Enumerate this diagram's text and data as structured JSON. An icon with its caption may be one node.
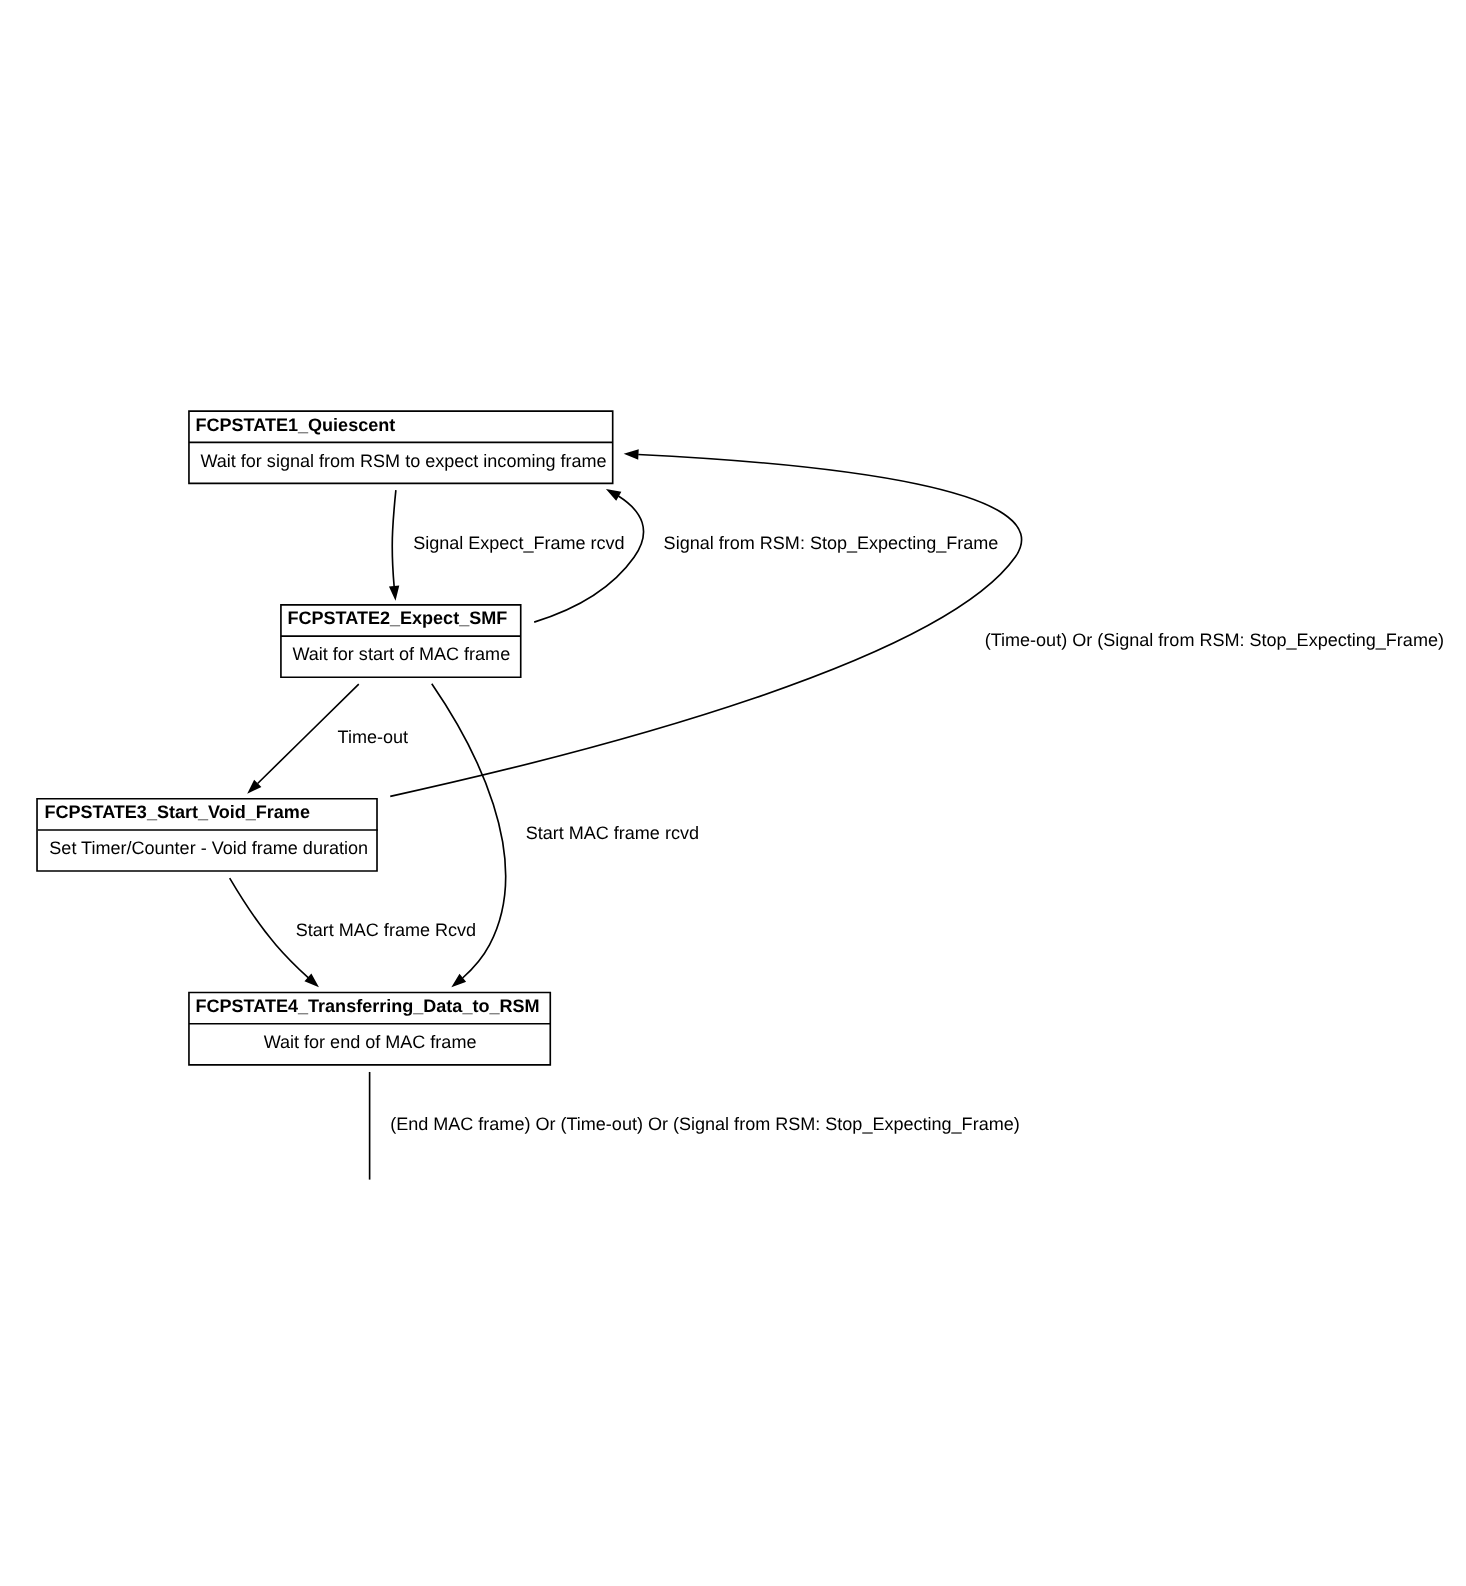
{
  "diagram": {
    "nodes": [
      {
        "text": [
          "FCPSTATE1_Quiescent",
          "Wait for signal from RSM to expect incoming frame"
        ]
      },
      {
        "text": [
          "FCPSTATE2_Expect_SMF",
          "Wait for start of MAC frame"
        ]
      },
      {
        "text": [
          "FCPSTATE3_Start_Void_Frame",
          "Set Timer/Counter - Void frame duration"
        ]
      },
      {
        "text": [
          "FCPSTATE4_Transferring_Data_to_RSM",
          "Wait for end of MAC frame"
        ]
      }
    ],
    "edges": [
      {
        "from": 0,
        "to": 1,
        "arrow": "to",
        "label": "Signal Expect_Frame rcvd"
      },
      {
        "from": 1,
        "to": 3,
        "arrow": "to",
        "label": "Start MAC frame rcvd"
      },
      {
        "from": 1,
        "to": 0,
        "arrow": "to",
        "label": "Signal from RSM: Stop_Expecting_Frame"
      },
      {
        "from": 1,
        "to": 2,
        "arrow": "to",
        "label": "Time-out"
      },
      {
        "from": 2,
        "to": 3,
        "arrow": "to",
        "label": "Start MAC frame Rcvd"
      },
      {
        "from": 2,
        "to": 0,
        "arrow": "to",
        "label": "(Time-out) Or (Signal from RSM: Stop_Expecting_Frame)"
      },
      {
        "from": 3,
        "to": null,
        "arrow": "none",
        "label": "(End MAC frame) Or (Time-out) Or (Signal from RSM: Stop_Expecting_Frame)"
      }
    ]
  }
}
